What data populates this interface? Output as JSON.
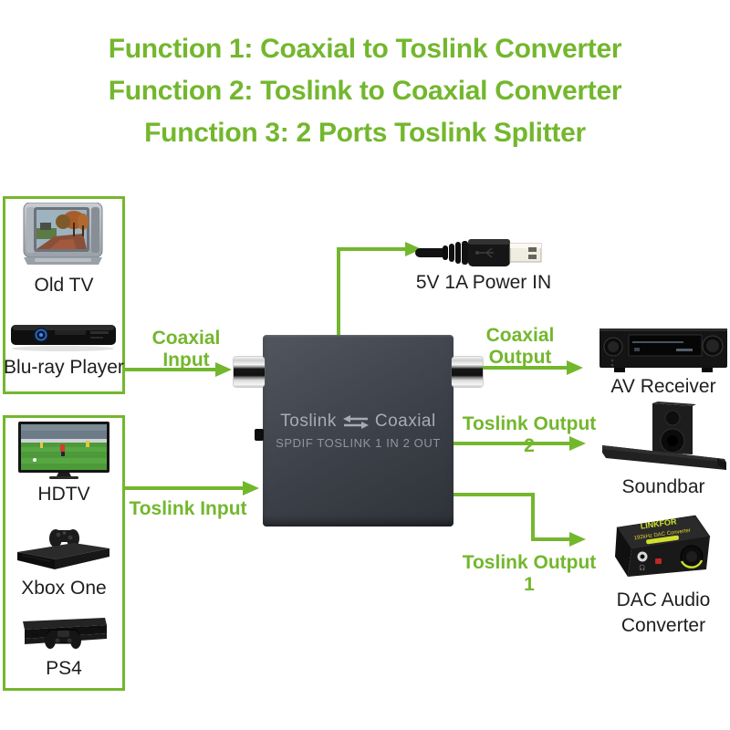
{
  "title": {
    "line1": "Function 1: Coaxial to Toslink Converter",
    "line2": "Function 2: Toslink to Coaxial Converter",
    "line3": "Function 3: 2 Ports Toslink Splitter"
  },
  "left_groups": {
    "group1": {
      "items": [
        {
          "label": "Old TV"
        },
        {
          "label": "Blu-ray Player"
        }
      ]
    },
    "group2": {
      "items": [
        {
          "label": "HDTV"
        },
        {
          "label": "Xbox One"
        },
        {
          "label": "PS4"
        }
      ]
    }
  },
  "converter": {
    "toslink": "Toslink",
    "coaxial": "Coaxial",
    "subtitle": "SPDIF TOSLINK 1 IN 2 OUT"
  },
  "power": {
    "label": "5V 1A Power IN"
  },
  "connections": {
    "coaxial_input": "Coaxial Input",
    "coaxial_output": "Coaxial Output",
    "toslink_input": "Toslink Input",
    "toslink_output_2": "Toslink Output 2",
    "toslink_output_1": "Toslink Output 1"
  },
  "right_devices": {
    "av_receiver": "AV Receiver",
    "soundbar": "Soundbar",
    "dac_line1": "DAC Audio",
    "dac_line2": "Converter",
    "dac_brand": "LINKFOR",
    "dac_model": "192kHz DAC Converter"
  },
  "colors": {
    "accent_green": "#73b72d",
    "label_text": "#1e1e1e",
    "converter_body": "#3c4048",
    "converter_text": "#a6acb6"
  }
}
